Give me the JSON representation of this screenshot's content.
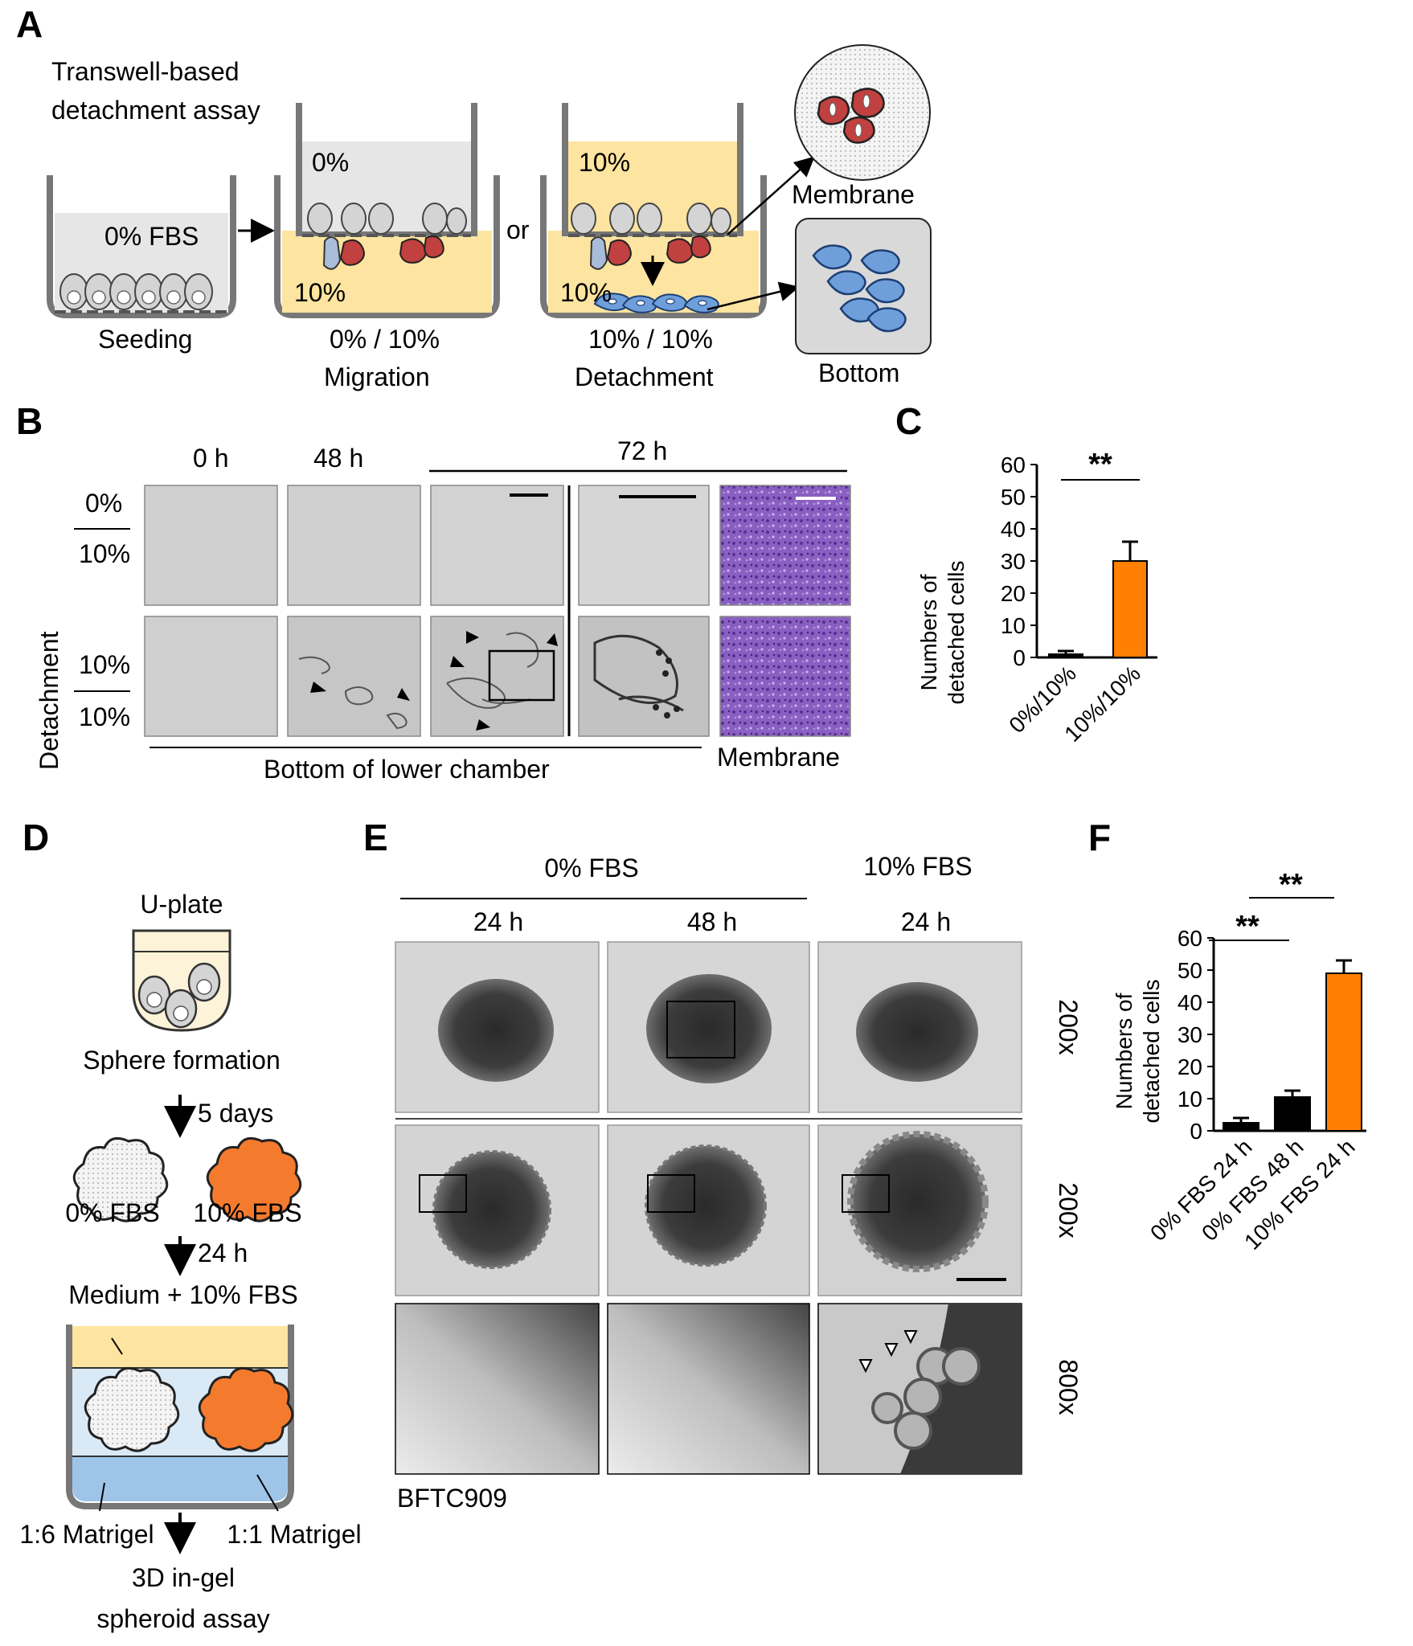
{
  "panels": {
    "A": {
      "letter": "A",
      "title_line1": "Transwell-based",
      "title_line2": "detachment assay",
      "well1": {
        "medium": "0% FBS",
        "caption": "Seeding"
      },
      "well2": {
        "upper": "0%",
        "lower": "10%",
        "caption1": "0% / 10%",
        "caption2": "Migration"
      },
      "or": "or",
      "well3": {
        "upper": "10%",
        "lower": "10%",
        "caption1": "10% / 10%",
        "caption2": "Detachment"
      },
      "membrane": "Membrane",
      "bottom": "Bottom"
    },
    "B": {
      "letter": "B",
      "col_0h": "0 h",
      "col_48h": "48 h",
      "col_72h": "72 h",
      "row1_top": "0%",
      "row1_bot": "10%",
      "row2_top": "10%",
      "row2_bot": "10%",
      "side": "Detachment",
      "bottom_label": "Bottom of lower chamber",
      "membrane_label": "Membrane"
    },
    "C": {
      "letter": "C",
      "significance": "**",
      "chart_data": {
        "type": "bar",
        "categories": [
          "0%/10%",
          "10%/10%"
        ],
        "values": [
          1,
          30
        ],
        "errors": [
          1,
          6
        ],
        "ylabel_line1": "Numbers of",
        "ylabel_line2": "detached cells",
        "ylim": [
          0,
          60
        ],
        "yticks": [
          0,
          10,
          20,
          30,
          40,
          50,
          60
        ],
        "colors": [
          "#000000",
          "#ff7f00"
        ]
      }
    },
    "D": {
      "letter": "D",
      "uplate": "U-plate",
      "sphere": "Sphere formation",
      "days": "5 days",
      "fbs0": "0% FBS",
      "fbs10": "10% FBS",
      "h24": "24 h",
      "medium": "Medium + 10% FBS",
      "matrigel16": "1:6 Matrigel",
      "matrigel11": "1:1 Matrigel",
      "assay1": "3D in-gel",
      "assay2": "spheroid assay"
    },
    "E": {
      "letter": "E",
      "fbs0": "0% FBS",
      "fbs10": "10% FBS",
      "t1": "24 h",
      "t2": "48 h",
      "t3": "24 h",
      "mag1": "200x",
      "mag2": "200x",
      "mag3": "800x",
      "cellline": "BFTC909"
    },
    "F": {
      "letter": "F",
      "sig1": "**",
      "sig2": "**",
      "chart_data": {
        "type": "bar",
        "categories": [
          "0% FBS 24 h",
          "0% FBS 48 h",
          "10% FBS 24 h"
        ],
        "values": [
          2.5,
          10.5,
          49
        ],
        "errors": [
          1.5,
          2,
          4
        ],
        "ylabel_line1": "Numbers of",
        "ylabel_line2": "detached cells",
        "ylim": [
          0,
          60
        ],
        "yticks": [
          0,
          10,
          20,
          30,
          40,
          50,
          60
        ],
        "colors": [
          "#000000",
          "#000000",
          "#ff7f00"
        ]
      }
    }
  }
}
